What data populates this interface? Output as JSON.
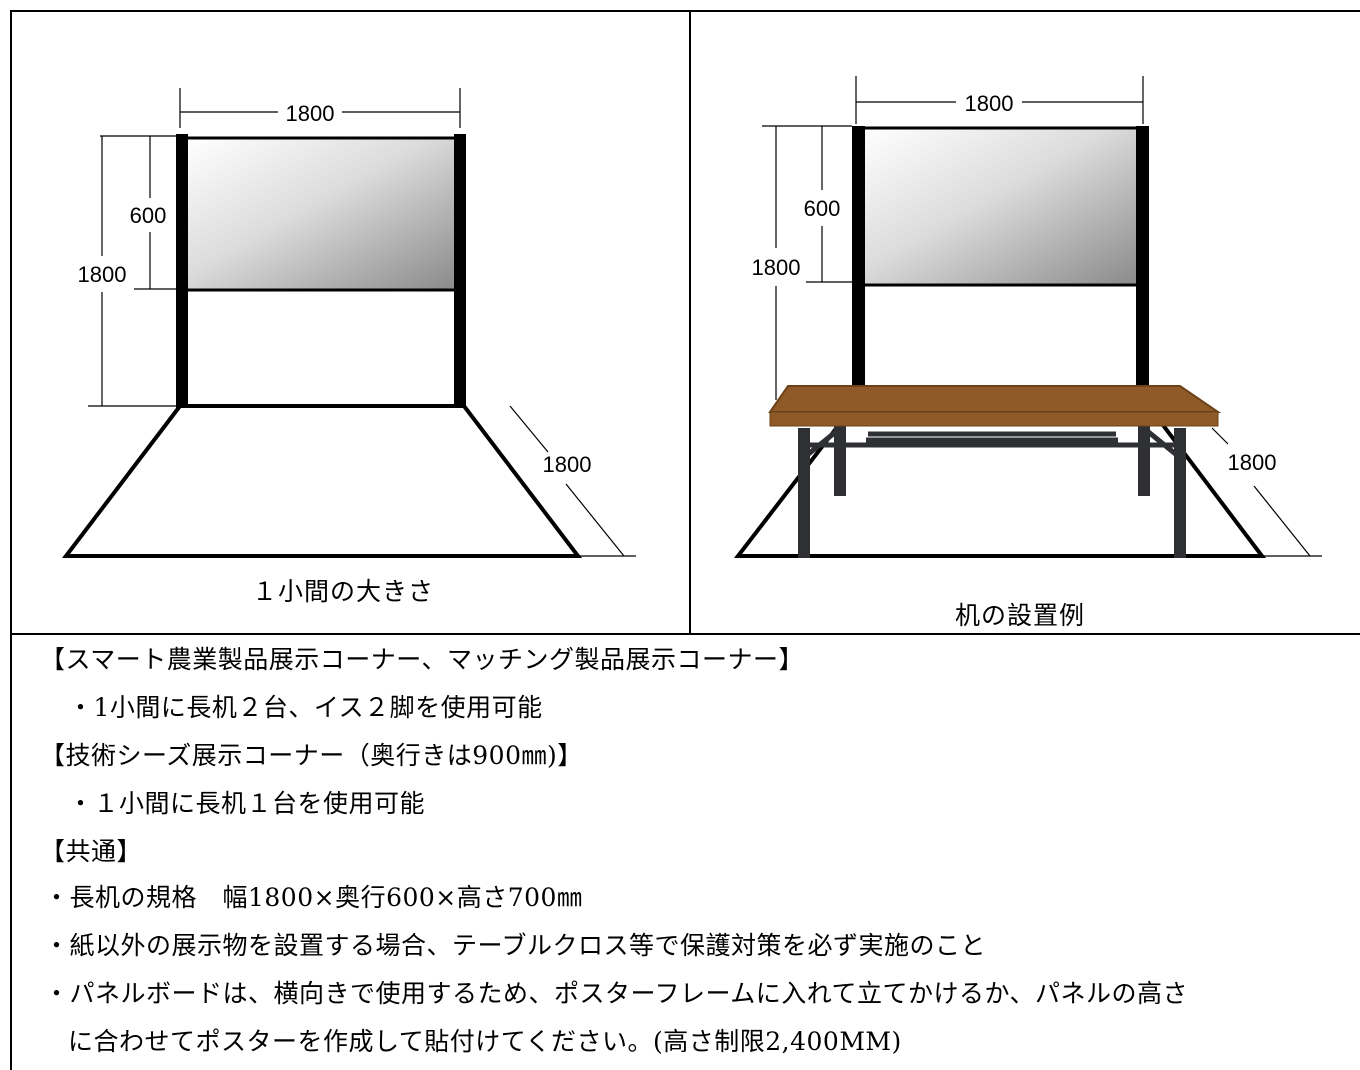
{
  "left_panel": {
    "dims": {
      "width": "1800",
      "board_height": "600",
      "total_height": "1800",
      "depth": "1800"
    },
    "caption": "１小間の大きさ"
  },
  "right_panel": {
    "dims": {
      "width": "1800",
      "board_height": "600",
      "total_height": "1800",
      "depth": "1800"
    },
    "caption": "机の設置例"
  },
  "notes": [
    "【スマート農業製品展示コーナー、マッチング製品展示コーナー】",
    "・1小間に長机２台、イス２脚を使用可能",
    "【技術シーズ展示コーナー（奥行きは900㎜)】",
    "・１小間に長机１台を使用可能",
    "【共通】",
    "・長机の規格　幅1800×奥行600×高さ700㎜",
    "・紙以外の展示物を設置する場合、テーブルクロス等で保護対策を必ず実施のこと",
    "・パネルボードは、横向きで使用するため、ポスターフレームに入れて立てかけるか、パネルの高さ",
    "に合わせてポスターを作成して貼付けてください。(高さ制限2,400MM)"
  ]
}
